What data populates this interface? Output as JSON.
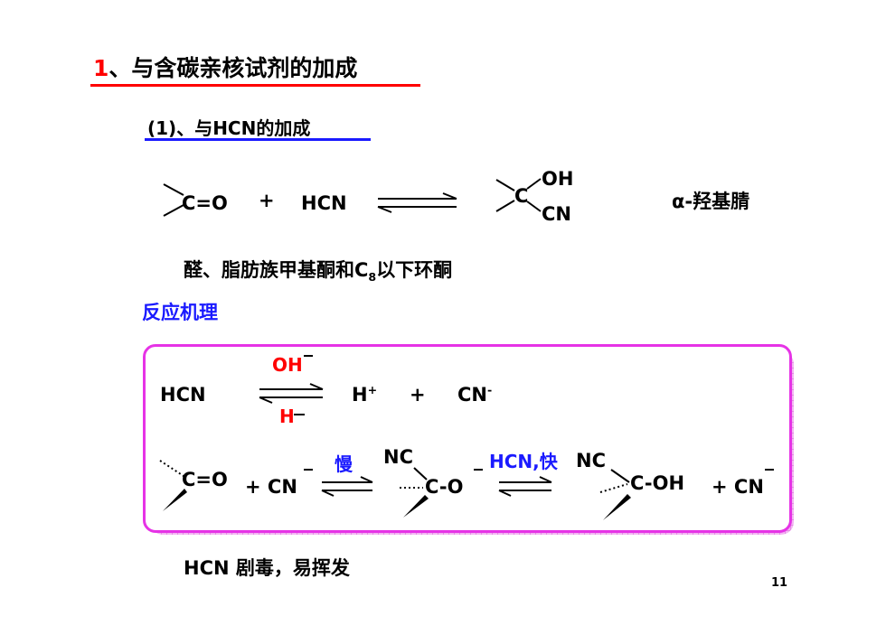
{
  "slide": {
    "heading_number": "1",
    "heading_text": "、与含碳亲核试剂的加成",
    "subheading": "(1)、与HCN的加成",
    "eq1": {
      "reactant": "C=O",
      "plus": "+",
      "reagent": "HCN",
      "product_c": "C",
      "product_oh": "OH",
      "product_cn": "CN",
      "name": "α-羟基腈"
    },
    "scope_prefix": "醛、脂肪族甲基酮和C",
    "scope_sub": "8",
    "scope_suffix": "以下环酮",
    "mechanism_title": "反应机理",
    "mech": {
      "hcn": "HCN",
      "oh_top": "OH",
      "h_plus": "H",
      "plus": "+",
      "cn_minus": "CN",
      "h_bottom": "H",
      "carbonyl": "C=O",
      "plus_cn": "+ CN",
      "slow": "慢",
      "nc1": "NC",
      "alkoxide": "C-O",
      "fast": "HCN,快",
      "nc2": "NC",
      "cyanohydrin": "C-OH",
      "plus_cn2": "+ CN"
    },
    "note": "HCN  剧毒，易挥发",
    "page_number": "11"
  },
  "colors": {
    "heading_rule": "#ff0000",
    "sub_rule": "#1a1aff",
    "box_border": "#e633e6",
    "accent_blue": "#1a1aff"
  }
}
